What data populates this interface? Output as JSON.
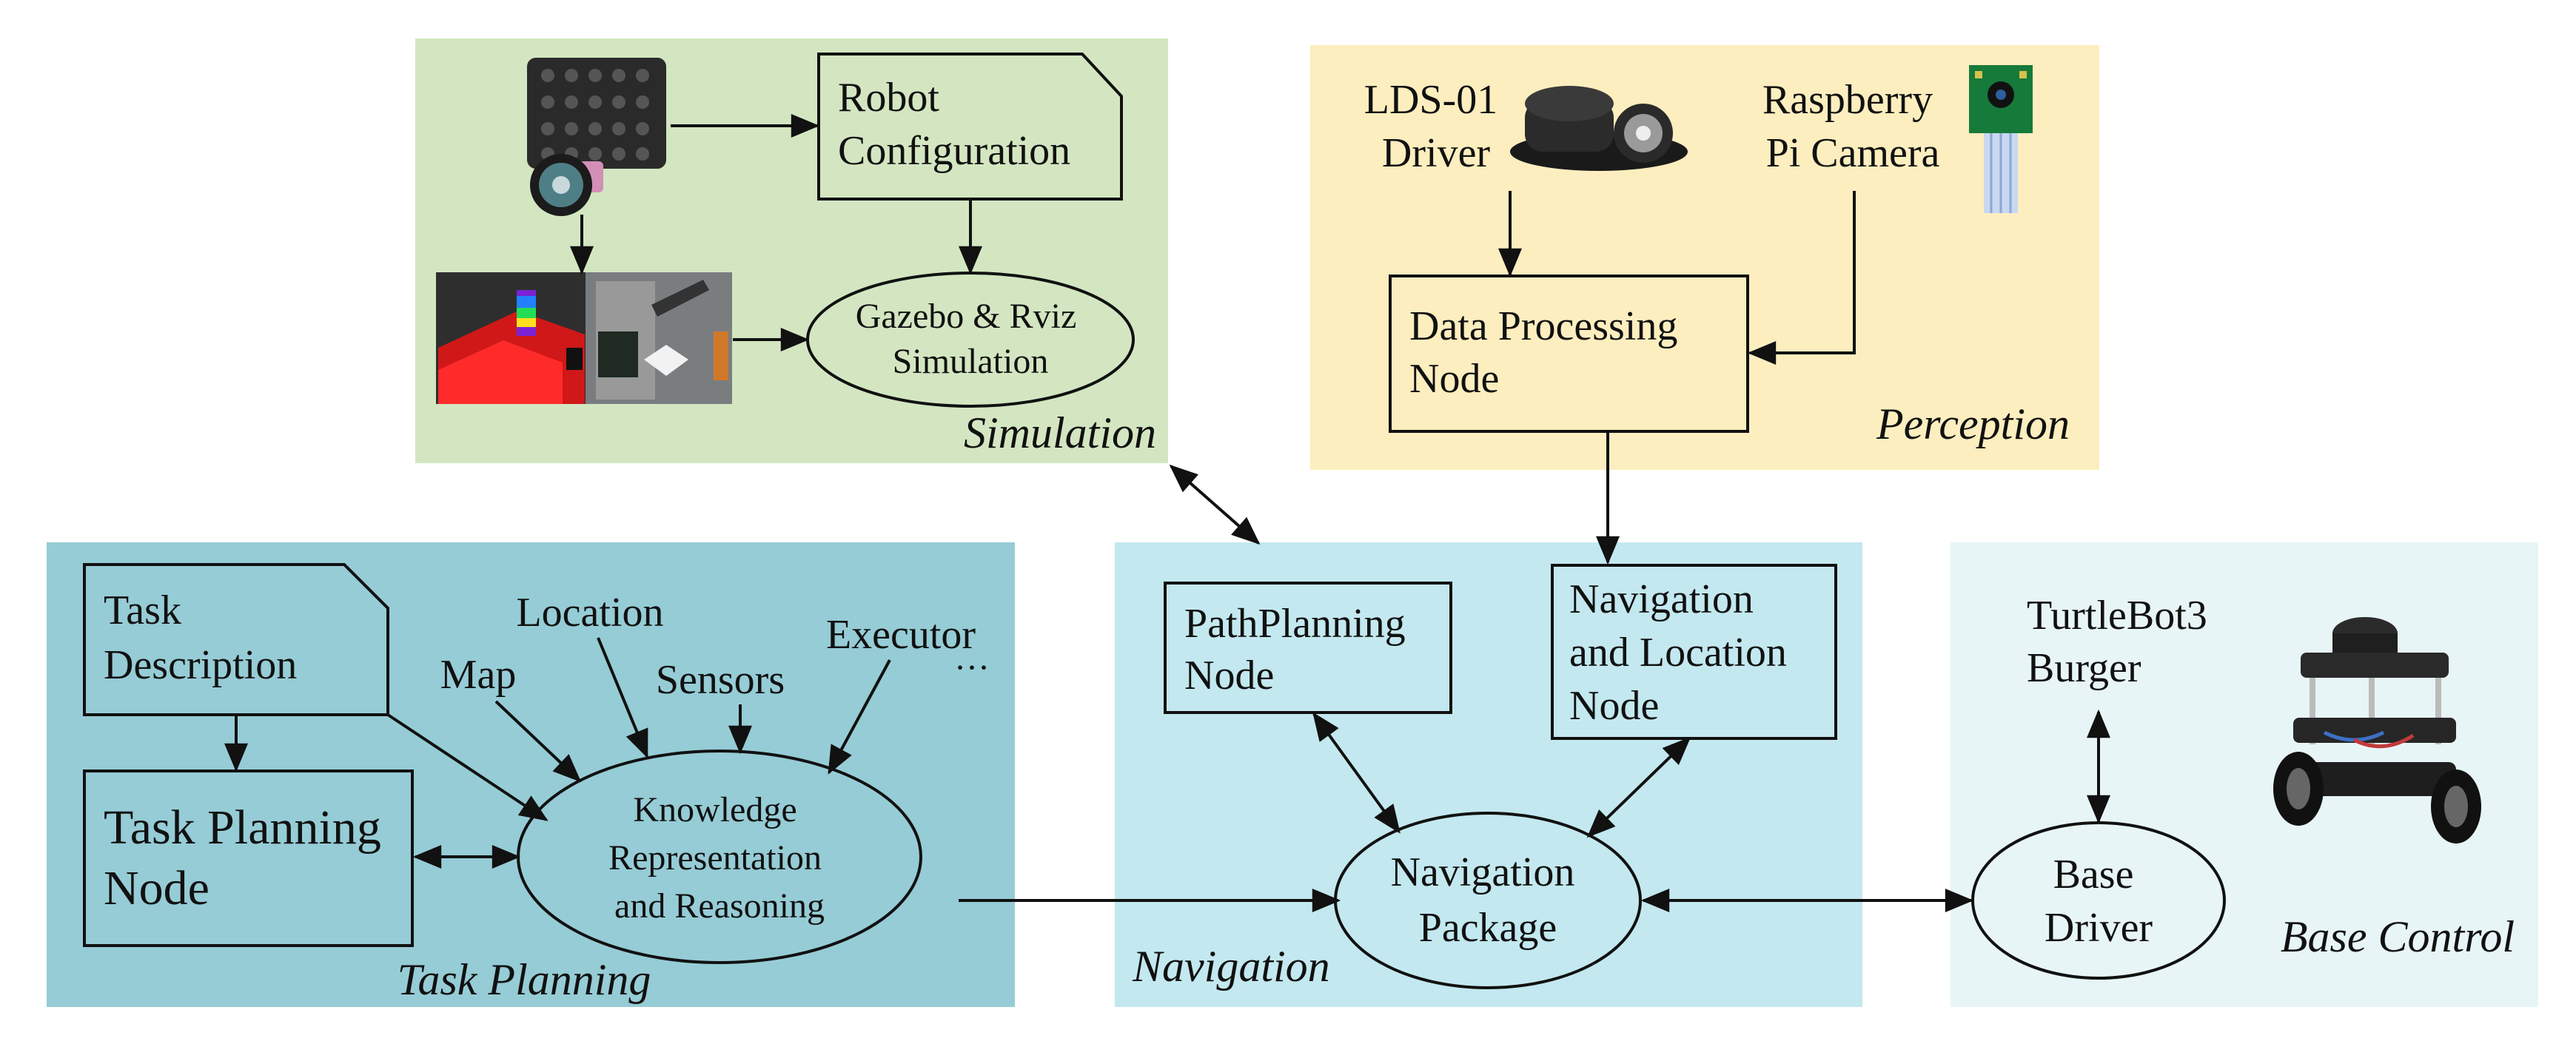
{
  "colors": {
    "simulation_bg": "#d3e6c1",
    "perception_bg": "#fdeebf",
    "task_planning_bg": "#96ccd6",
    "navigation_bg": "#c3e8ef",
    "base_control_bg": "#e8f5f7",
    "stroke": "#111111"
  },
  "regions": {
    "simulation": "Simulation",
    "perception": "Perception",
    "task_planning": "Task Planning",
    "navigation": "Navigation",
    "base_control": "Base Control"
  },
  "nodes": {
    "robot_configuration": [
      "Robot",
      "Configuration"
    ],
    "gazebo_rviz": [
      "Gazebo & Rviz",
      "Simulation"
    ],
    "lds_driver": [
      "LDS-01",
      "Driver"
    ],
    "raspberry_camera": [
      "Raspberry",
      "Pi Camera"
    ],
    "data_processing": [
      "Data Processing",
      "Node"
    ],
    "task_description": [
      "Task",
      "Description"
    ],
    "task_planning_node": [
      "Task Planning",
      "Node"
    ],
    "knowledge": [
      "Knowledge",
      "Representation",
      "and Reasoning"
    ],
    "location": "Location",
    "map": "Map",
    "sensors": "Sensors",
    "executor": "Executor",
    "ellipsis": "···",
    "path_planning": [
      "PathPlanning",
      "Node"
    ],
    "nav_location": [
      "Navigation",
      "and Location",
      "Node"
    ],
    "navigation_package": [
      "Navigation",
      "Package"
    ],
    "turtlebot": [
      "TurtleBot3",
      "Burger"
    ],
    "base_driver": [
      "Base",
      "Driver"
    ]
  },
  "icons": {
    "robot_top": "robot-top-icon",
    "sim_screens": "simulation-screens-image",
    "lidar": "lidar-sensor-icon",
    "camera": "camera-module-icon",
    "turtlebot": "turtlebot-robot-icon"
  }
}
